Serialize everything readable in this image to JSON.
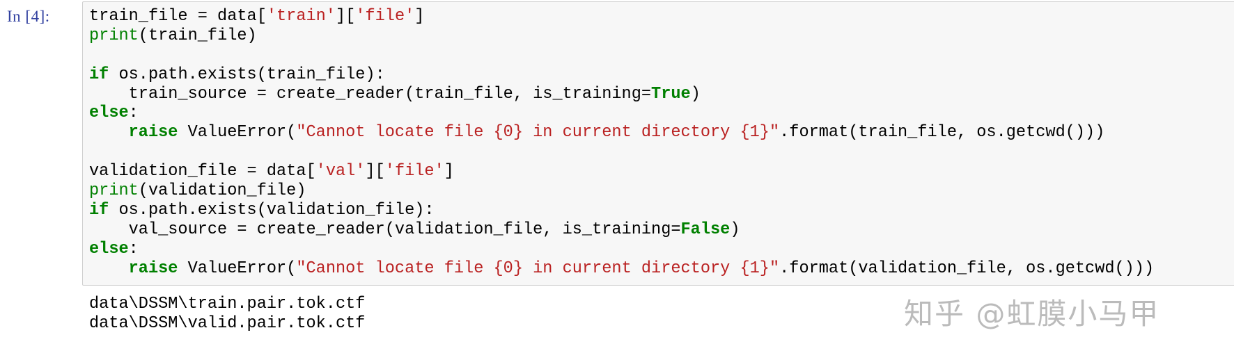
{
  "cell": {
    "prompt": "In [4]:",
    "code_lines": [
      [
        {
          "t": "train_file = data[",
          "c": ""
        },
        {
          "t": "'train'",
          "c": "str"
        },
        {
          "t": "][",
          "c": ""
        },
        {
          "t": "'file'",
          "c": "str"
        },
        {
          "t": "]",
          "c": ""
        }
      ],
      [
        {
          "t": "print",
          "c": "bi"
        },
        {
          "t": "(train_file)",
          "c": ""
        }
      ],
      [],
      [
        {
          "t": "if",
          "c": "kw"
        },
        {
          "t": " os.path.exists(train_file):",
          "c": ""
        }
      ],
      [
        {
          "t": "    train_source = create_reader(train_file, is_training=",
          "c": ""
        },
        {
          "t": "True",
          "c": "cst"
        },
        {
          "t": ")",
          "c": ""
        }
      ],
      [
        {
          "t": "else",
          "c": "kw"
        },
        {
          "t": ":",
          "c": ""
        }
      ],
      [
        {
          "t": "    ",
          "c": ""
        },
        {
          "t": "raise",
          "c": "kw"
        },
        {
          "t": " ValueError(",
          "c": ""
        },
        {
          "t": "\"Cannot locate file {0} in current directory {1}\"",
          "c": "str"
        },
        {
          "t": ".format(train_file, os.getcwd()))",
          "c": ""
        }
      ],
      [],
      [
        {
          "t": "validation_file = data[",
          "c": ""
        },
        {
          "t": "'val'",
          "c": "str"
        },
        {
          "t": "][",
          "c": ""
        },
        {
          "t": "'file'",
          "c": "str"
        },
        {
          "t": "]",
          "c": ""
        }
      ],
      [
        {
          "t": "print",
          "c": "bi"
        },
        {
          "t": "(validation_file)",
          "c": ""
        }
      ],
      [
        {
          "t": "if",
          "c": "kw"
        },
        {
          "t": " os.path.exists(validation_file):",
          "c": ""
        }
      ],
      [
        {
          "t": "    val_source = create_reader(validation_file, is_training=",
          "c": ""
        },
        {
          "t": "False",
          "c": "cst"
        },
        {
          "t": ")",
          "c": ""
        }
      ],
      [
        {
          "t": "else",
          "c": "kw"
        },
        {
          "t": ":",
          "c": ""
        }
      ],
      [
        {
          "t": "    ",
          "c": ""
        },
        {
          "t": "raise",
          "c": "kw"
        },
        {
          "t": " ValueError(",
          "c": ""
        },
        {
          "t": "\"Cannot locate file {0} in current directory {1}\"",
          "c": "str"
        },
        {
          "t": ".format(validation_file, os.getcwd()))",
          "c": ""
        }
      ]
    ],
    "output_lines": [
      "data\\DSSM\\train.pair.tok.ctf",
      "data\\DSSM\\valid.pair.tok.ctf"
    ]
  },
  "watermark": "知乎 @虹膜小马甲",
  "colors": {
    "prompt": "#303f9f",
    "keyword": "#008000",
    "string": "#ba2121",
    "cell_background": "#f7f7f7",
    "cell_border": "#cfcfcf",
    "watermark": "#b4b4b4"
  }
}
